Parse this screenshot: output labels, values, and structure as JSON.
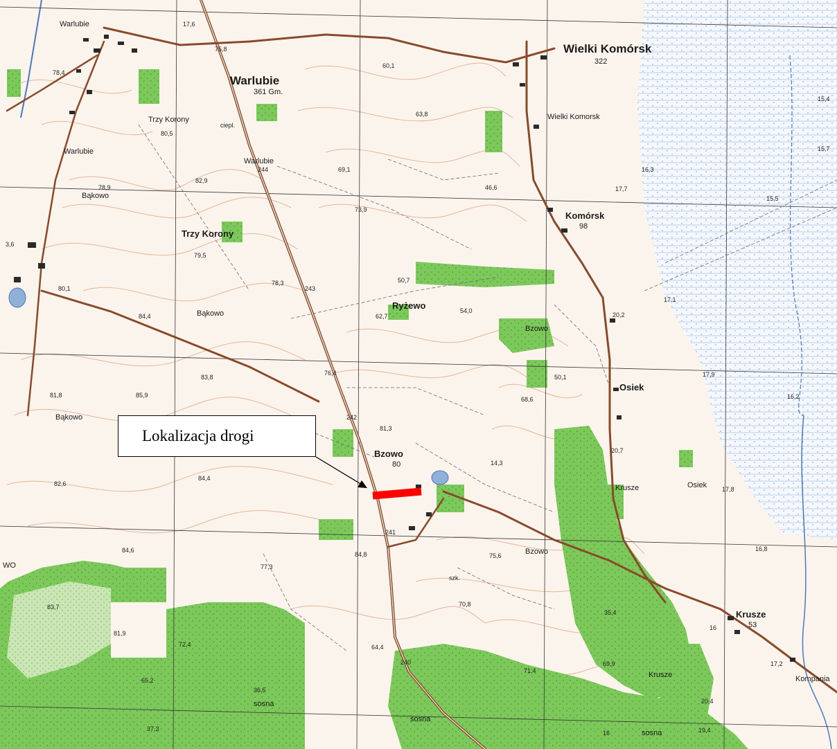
{
  "map": {
    "colors": {
      "paper": "#fbf4ec",
      "forest": "#7cc85a",
      "forest_dark": "#4fae3c",
      "contour": "#e2b79a",
      "road": "#8a4a2a",
      "grid": "#333333",
      "marsh": "#8fb1d8",
      "highlight": "#ff0000"
    },
    "places": {
      "wielki_komorsk": "Wielki Komórsk",
      "wielki_komorsk_small": "Wielki Komorsk",
      "warlubie": "Warlubie",
      "warlubie_small": "Warlubie",
      "warlubie_small2": "Warlubie",
      "warlubie_topleft": "Warlubie",
      "komorsk": "Komórsk",
      "trzy_korony": "Trzy Korony",
      "trzy_korony_small": "Trzy Korony",
      "bakowo_1": "Bąkowo",
      "bakowo_2": "Bąkowo",
      "bakowo_3": "Bąkowo",
      "ryzewo": "Ryżewo",
      "bzowo": "Bzowo",
      "bzowo_2": "Bzowo",
      "bzowo_3": "Bzowo",
      "osiek": "Osiek",
      "osiek_2": "Osiek",
      "krusze": "Krusze",
      "krusze_2": "Krusze",
      "krusze_3": "Krusze",
      "kompania": "Kompania",
      "wo": "WO",
      "sosna_1": "sosna",
      "sosna_2": "sosna",
      "sosna_3": "sosna"
    },
    "sublabels": {
      "warlubie_gm": "361 Gm.",
      "wielki_komorsk_num": "322",
      "komorsk_num": "98",
      "bzowo_num": "80",
      "krusze_num": "53"
    },
    "elevations": {
      "e1": "60,1",
      "e2": "63,8",
      "e3": "78,4",
      "e4": "80,5",
      "e5": "82,9",
      "e6": "78,9",
      "e7": "69,1",
      "e8": "73,9",
      "e9": "46,6",
      "e10": "79,5",
      "e11": "78,3",
      "e12": "84,4",
      "e13": "50,7",
      "e14": "62,7",
      "e15": "54,0",
      "e16": "83,8",
      "e17": "81,8",
      "e18": "85,9",
      "e19": "76,4",
      "e20": "81,3",
      "e21": "50,1",
      "e22": "68,6",
      "e23": "14,3",
      "e24": "20,2",
      "e25": "20,7",
      "e26": "17,8",
      "e27": "82,6",
      "e28": "84,4",
      "e29": "84,6",
      "e30": "84,8",
      "e31": "77,3",
      "e32": "75,6",
      "e33": "83,7",
      "e34": "81,9",
      "e35": "72,4",
      "e36": "70,8",
      "e37": "64,4",
      "e38": "65,2",
      "e39": "36,5",
      "e40": "37,3",
      "e41": "71,4",
      "e42": "69,9",
      "e43": "35,4",
      "e44": "16",
      "e45": "17,2",
      "e46": "20,4",
      "e47": "19,4",
      "e48": "16,3",
      "e49": "17,7",
      "e50": "15,4",
      "e51": "15,7",
      "e52": "15,5",
      "e53": "17,1",
      "e54": "17,9",
      "e55": "16,2",
      "e56": "16,8",
      "e57": "17,6",
      "e58": "75,8",
      "e59": "3,6",
      "e60": "80,1",
      "e61": "16"
    },
    "roads": {
      "r1": "244",
      "r2": "243",
      "r3": "242",
      "r4": "241",
      "r5": "240"
    },
    "annotations": {
      "ciepl": "ciepl.",
      "szk": "szk."
    },
    "callout_label": "Lokalizacja drogi"
  }
}
